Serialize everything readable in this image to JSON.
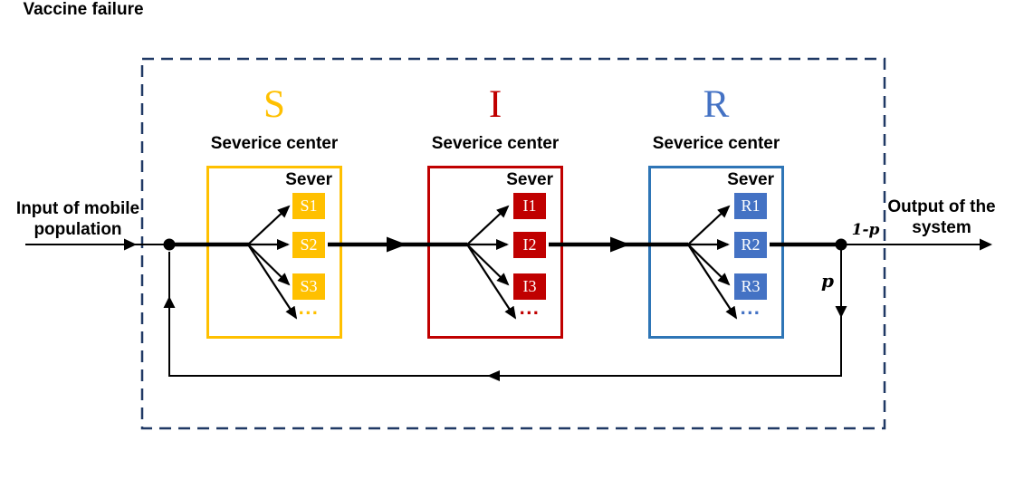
{
  "colors": {
    "dashed_border": "#1F3864",
    "flow_line": "#000000"
  },
  "labels": {
    "input_line1": "Input of mobile",
    "input_line2": "population",
    "output_line1": "Output of the",
    "output_line2": "system",
    "one_minus_p": "1-p",
    "p": "p",
    "vaccine_failure": "Vaccine failure"
  },
  "centers": [
    {
      "id": "S",
      "letter": "S",
      "letter_color": "#FFC000",
      "subtitle": "Severice center",
      "server_title": "Sever",
      "border_color": "#FFC000",
      "chip_color": "#FFC000",
      "chip_text_color": "#FFFFFF",
      "chips": [
        "S1",
        "S2",
        "S3"
      ],
      "ellipsis": "..."
    },
    {
      "id": "I",
      "letter": "I",
      "letter_color": "#C00000",
      "subtitle": "Severice center",
      "server_title": "Sever",
      "border_color": "#C00000",
      "chip_color": "#C00000",
      "chip_text_color": "#FFFFFF",
      "chips": [
        "I1",
        "I2",
        "I3"
      ],
      "ellipsis": "..."
    },
    {
      "id": "R",
      "letter": "R",
      "letter_color": "#4472C4",
      "subtitle": "Severice center",
      "server_title": "Sever",
      "border_color": "#2E75B6",
      "chip_color": "#4472C4",
      "chip_text_color": "#FFFFFF",
      "chips": [
        "R1",
        "R2",
        "R3"
      ],
      "ellipsis": "..."
    }
  ]
}
